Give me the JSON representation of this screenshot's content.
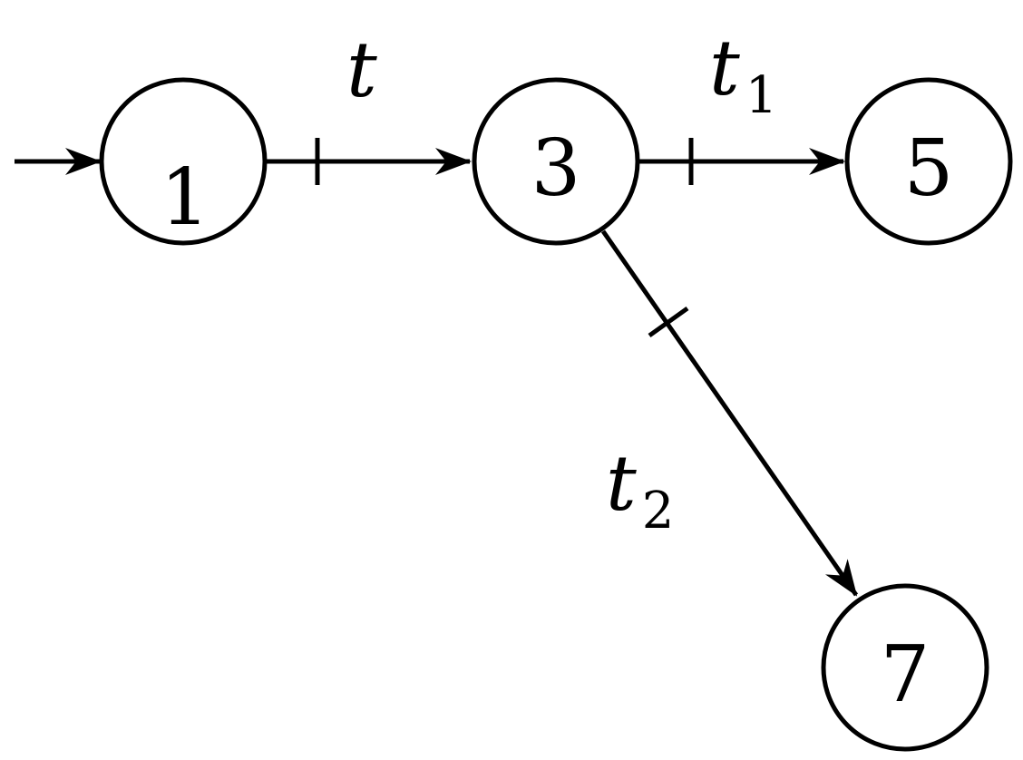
{
  "colors": {
    "stroke": "#000000",
    "background": "#ffffff"
  },
  "nodes": [
    {
      "id": "1",
      "label": "1"
    },
    {
      "id": "3",
      "label": "3"
    },
    {
      "id": "5",
      "label": "5"
    },
    {
      "id": "7",
      "label": "7"
    }
  ],
  "edges": [
    {
      "from": "start",
      "to": "1",
      "label_main": "",
      "label_sub": "",
      "ticked": false
    },
    {
      "from": "1",
      "to": "3",
      "label_main": "t",
      "label_sub": "",
      "ticked": true
    },
    {
      "from": "3",
      "to": "5",
      "label_main": "t",
      "label_sub": "1",
      "ticked": true
    },
    {
      "from": "3",
      "to": "7",
      "label_main": "t",
      "label_sub": "2",
      "ticked": true
    }
  ]
}
